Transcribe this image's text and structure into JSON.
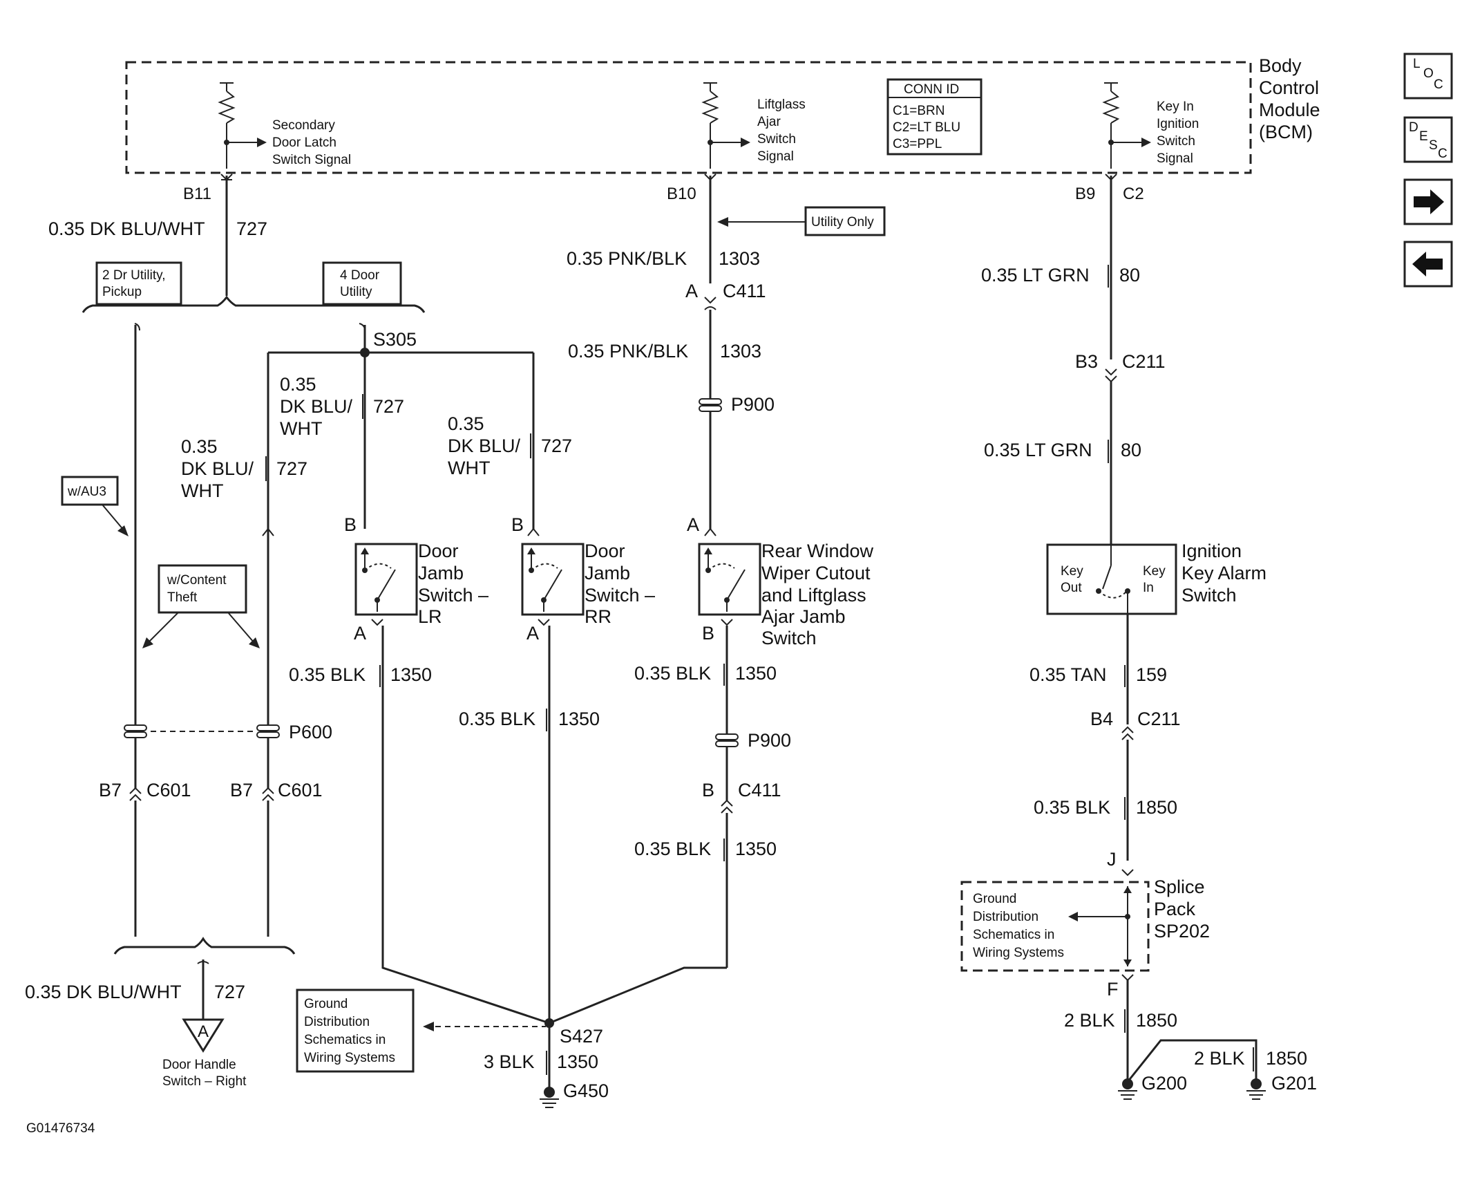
{
  "bcm": {
    "title_line1": "Body",
    "title_line2": "Control",
    "title_line3": "Module",
    "title_line4": "(BCM)",
    "sig1": [
      "Secondary",
      "Door Latch",
      "Switch Signal"
    ],
    "sig2": [
      "Liftglass",
      "Ajar",
      "Switch",
      "Signal"
    ],
    "sig3": [
      "Key In",
      "Ignition",
      "Switch",
      "Signal"
    ],
    "conn_title": "CONN ID",
    "conn_c1": "C1=BRN",
    "conn_c2": "C2=LT BLU",
    "conn_c3": "C3=PPL"
  },
  "nav": {
    "loc": [
      "L",
      "O",
      "C"
    ],
    "desc": [
      "D",
      "E",
      "S",
      "C"
    ]
  },
  "left": {
    "pin": "B11",
    "wire": "0.35 DK BLU/WHT",
    "circuit": "727",
    "opt1": [
      "2 Dr Utility,",
      "Pickup"
    ],
    "opt2": [
      "4 Door",
      "Utility"
    ],
    "splice": "S305",
    "w1": [
      "0.35",
      "DK BLU/",
      "WHT"
    ],
    "w1c": "727",
    "w2": [
      "0.35",
      "DK BLU/",
      "WHT"
    ],
    "w2c": "727",
    "w3": [
      "0.35",
      "DK BLU/",
      "WHT"
    ],
    "w3c": "727",
    "au3": "w/AU3",
    "theft": [
      "w/Content",
      "Theft"
    ],
    "p600": "P600",
    "b7a": "B7",
    "c601a": "C601",
    "b7b": "B7",
    "c601b": "C601",
    "bottom_wire": "0.35 DK BLU/WHT",
    "bottom_circ": "727",
    "conn_a": "A",
    "dest": [
      "Door Handle",
      "Switch – Right"
    ]
  },
  "switches": {
    "lr": [
      "Door",
      "Jamb",
      "Switch –",
      "LR"
    ],
    "rr": [
      "Door",
      "Jamb",
      "Switch –",
      "RR"
    ],
    "rw": [
      "Rear Window",
      "Wiper Cutout",
      "and Liftglass",
      "Ajar Jamb",
      "Switch"
    ],
    "pin_b": "B",
    "pin_a": "A"
  },
  "mid": {
    "pin": "B10",
    "utility": "Utility Only",
    "wire1": "0.35 PNK/BLK",
    "circ1": "1303",
    "conn_a": "A",
    "c411": "C411",
    "wire2": "0.35 PNK/BLK",
    "circ2": "1303",
    "p900": "P900",
    "blk": "0.35 BLK",
    "circ_1350": "1350",
    "p900b": "P900",
    "b": "B",
    "c411b": "C411"
  },
  "ground": {
    "box": [
      "Ground",
      "Distribution",
      "Schematics in",
      "Wiring Systems"
    ],
    "s427": "S427",
    "wire": "3 BLK",
    "circ": "1350",
    "g450": "G450"
  },
  "right": {
    "b9": "B9",
    "c2": "C2",
    "wire1": "0.35 LT GRN",
    "circ1": "80",
    "b3": "B3",
    "c211": "C211",
    "wire2": "0.35 LT GRN",
    "circ2": "80",
    "sw_title": [
      "Ignition",
      "Key Alarm",
      "Switch"
    ],
    "key_out": [
      "Key",
      "Out"
    ],
    "key_in": [
      "Key",
      "In"
    ],
    "tan": "0.35 TAN",
    "circ_tan": "159",
    "b4": "B4",
    "c211b": "C211",
    "blk": "0.35 BLK",
    "circ_blk": "1850",
    "j": "J",
    "splice_pack": [
      "Splice",
      "Pack",
      "SP202"
    ],
    "gbox": [
      "Ground",
      "Distribution",
      "Schematics in",
      "Wiring Systems"
    ],
    "f": "F",
    "w2blk": "2 BLK",
    "c1850": "1850",
    "w2blk_b": "2 BLK",
    "c1850_b": "1850",
    "g200": "G200",
    "g201": "G201"
  },
  "figure_id": "G01476734"
}
